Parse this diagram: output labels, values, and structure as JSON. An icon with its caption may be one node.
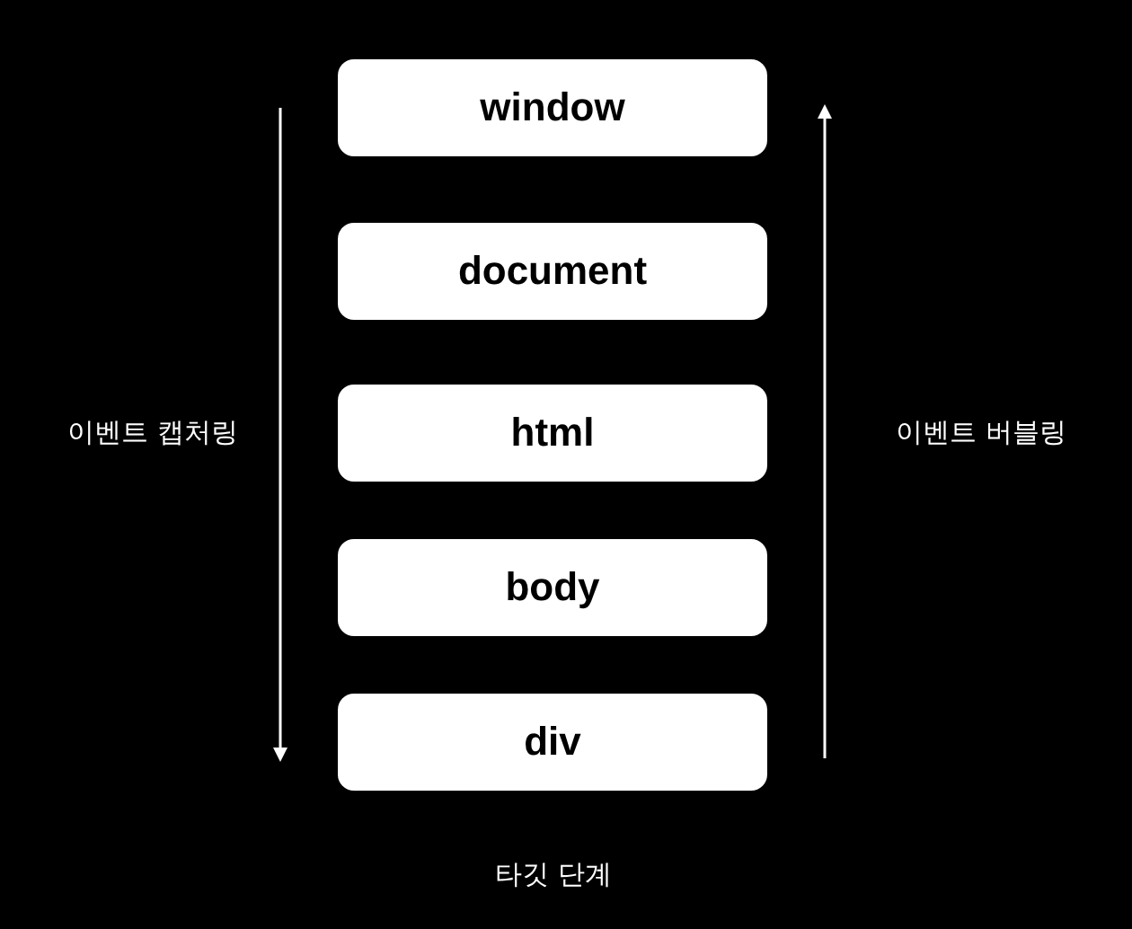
{
  "diagram": {
    "nodes": [
      {
        "text": [
          "window"
        ]
      },
      {
        "text": [
          "document"
        ]
      },
      {
        "text": [
          "html"
        ]
      },
      {
        "text": [
          "body"
        ]
      },
      {
        "text": [
          "div"
        ]
      }
    ],
    "labels": [
      "이벤트 캡처링",
      "이벤트 버블링",
      "타깃 단계"
    ]
  }
}
